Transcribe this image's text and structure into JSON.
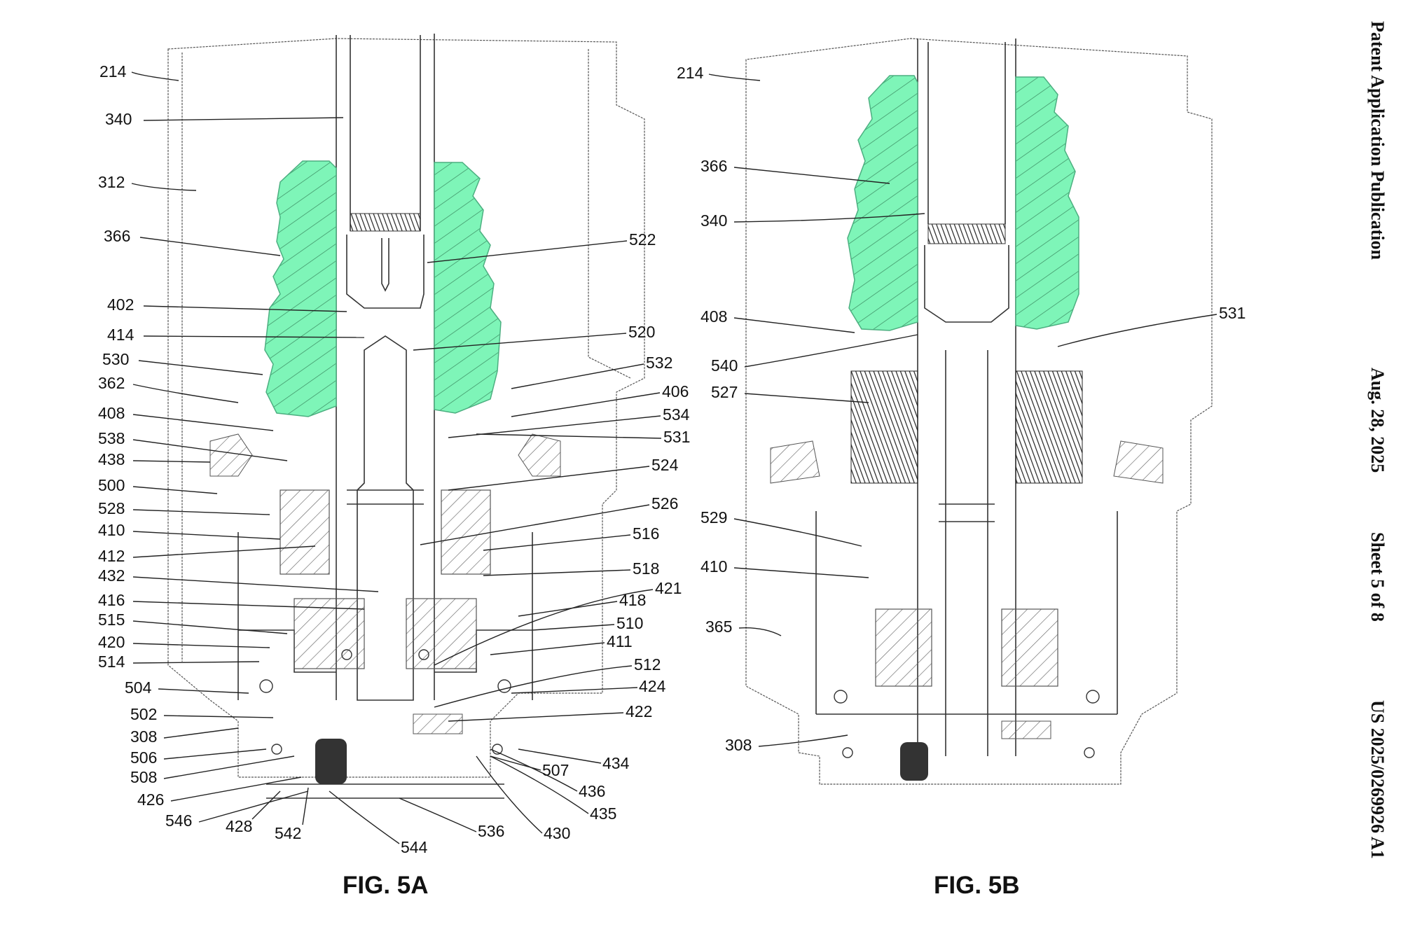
{
  "header": {
    "publication": "Patent Application Publication",
    "date": "Aug. 28, 2025",
    "sheet": "Sheet 5 of 8",
    "number": "US 2025/0269926 A1"
  },
  "figures": {
    "fig5a": {
      "caption": "FIG. 5A",
      "labels": [
        "214",
        "340",
        "312",
        "366",
        "402",
        "414",
        "530",
        "362",
        "408",
        "538",
        "438",
        "500",
        "528",
        "410",
        "412",
        "432",
        "416",
        "515",
        "420",
        "514",
        "504",
        "502",
        "308",
        "506",
        "508",
        "426",
        "546",
        "428",
        "542",
        "544",
        "536",
        "430",
        "435",
        "436",
        "507",
        "434",
        "422",
        "424",
        "512",
        "411",
        "510",
        "418",
        "421",
        "518",
        "516",
        "526",
        "524",
        "531",
        "534",
        "406",
        "532",
        "520",
        "522"
      ]
    },
    "fig5b": {
      "caption": "FIG. 5B",
      "labels": [
        "214",
        "366",
        "340",
        "408",
        "540",
        "527",
        "529",
        "410",
        "365",
        "308",
        "531"
      ]
    }
  },
  "colors": {
    "highlight": "#7ef5b8",
    "line": "#333333",
    "background": "#ffffff"
  }
}
